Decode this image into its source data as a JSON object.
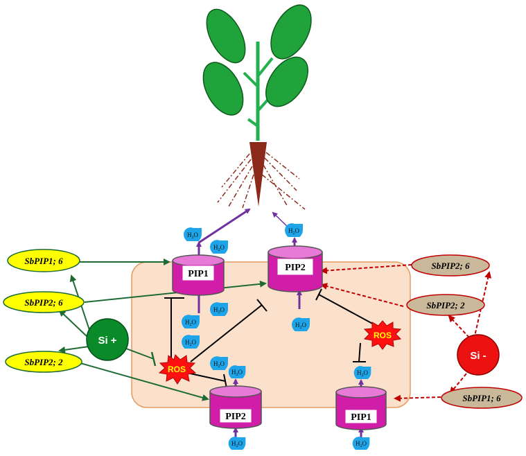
{
  "labels": {
    "si_plus": "Si +",
    "si_minus": "Si -",
    "ros": "ROS",
    "h2o": "H2O",
    "pip1": "PIP1",
    "pip2": "PIP2"
  },
  "genes_left": [
    "SbPIP1; 6",
    "SbPIP2; 6",
    "SbPIP2; 2"
  ],
  "genes_right": [
    "SbPIP2; 6",
    "SbPIP2; 2",
    "SbPIP1; 6"
  ],
  "colors": {
    "leaf": "#1fa33a",
    "stem": "#22b14c",
    "root": "#8b2a1a",
    "cell_fill": "#fbe1cc",
    "cell_border": "#e59a5e",
    "channel_side": "#d01ea8",
    "channel_top": "#e77ad7",
    "water": "#1ea4e8",
    "arrow_purple": "#7030a0",
    "arrow_green": "#1d6b33",
    "arrow_red": "#c00000",
    "gene_left_fill": "#ffff00",
    "gene_right_fill": "#c9b99a",
    "si_plus_fill": "#0b8a2a",
    "si_minus_fill": "#ee1111",
    "ros_fill": "#ff1010",
    "ros_text": "#ffff00"
  }
}
